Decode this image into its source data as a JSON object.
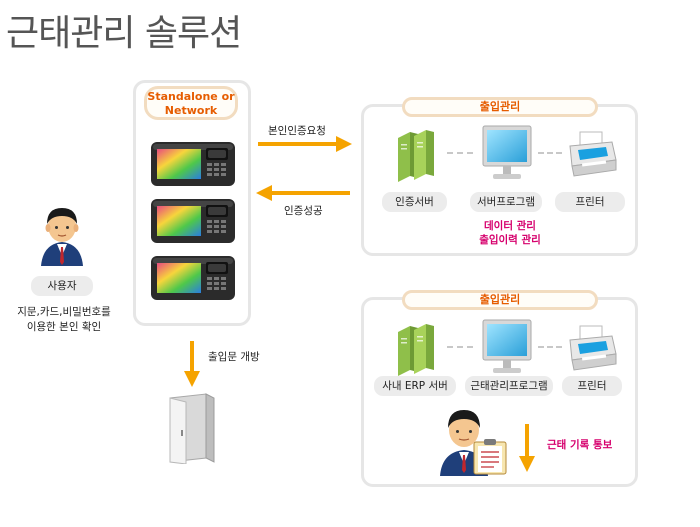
{
  "title": "근태관리 솔루션",
  "device_panel": {
    "label_line1": "Standalone or",
    "label_line2": "Network"
  },
  "arrows": {
    "auth_request": "본인인증요청",
    "auth_success": "인증성공",
    "door_open": "출입문 개방"
  },
  "user": {
    "label": "사용자",
    "desc_line1": "지문,카드,비밀번호를",
    "desc_line2": "이용한 본인 확인"
  },
  "panel_top": {
    "pill": "출입관리",
    "chips": [
      "인증서버",
      "서버프로그램",
      "프린터"
    ],
    "note_line1": "데이터 관리",
    "note_line2": "출입이력 관리"
  },
  "panel_bottom": {
    "pill": "출입관리",
    "chips": [
      "사내 ERP 서버",
      "근태관리프로그램",
      "프린터"
    ],
    "report": "근태 기록 통보"
  },
  "colors": {
    "arrow": "#f5a300",
    "pink": "#d6006d",
    "pill_text": "#e65c00"
  }
}
